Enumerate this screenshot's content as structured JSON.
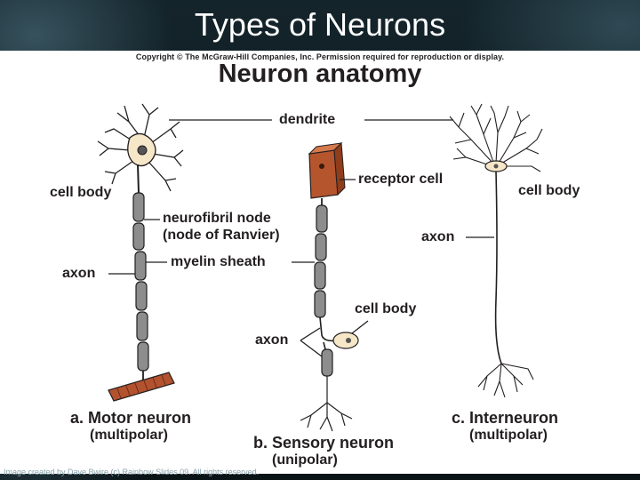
{
  "slide": {
    "title": "Types of Neurons",
    "credit": "Image created by Dave Bwire (c) Rainbow Slides 09. All rights reserved."
  },
  "figure": {
    "copyright": "Copyright © The McGraw-Hill Companies, Inc. Permission required for reproduction or display.",
    "heading": "Neuron anatomy",
    "labels": {
      "dendrite": "dendrite",
      "receptor_cell": "receptor cell",
      "cell_body_left": "cell body",
      "cell_body_right": "cell body",
      "neurofibril_node": "neurofibril node",
      "node_of_ranvier": "(node of Ranvier)",
      "axon_right": "axon",
      "myelin_sheath": "myelin sheath",
      "axon_left": "axon",
      "cell_body_sensory": "cell body",
      "axon_sensory": "axon"
    },
    "captions": {
      "motor_line1": "a. Motor neuron",
      "motor_line2": "(multipolar)",
      "sensory_line1": "b. Sensory neuron",
      "sensory_line2": "(unipolar)",
      "inter_line1": "c. Interneuron",
      "inter_line2": "(multipolar)"
    }
  },
  "colors": {
    "cell_body_fill": "#f6e7c8",
    "myelin_fill": "#8d8d8d",
    "receptor_fill": "#b5552e",
    "muscle_fill": "#b3522f",
    "line": "#231f20"
  }
}
